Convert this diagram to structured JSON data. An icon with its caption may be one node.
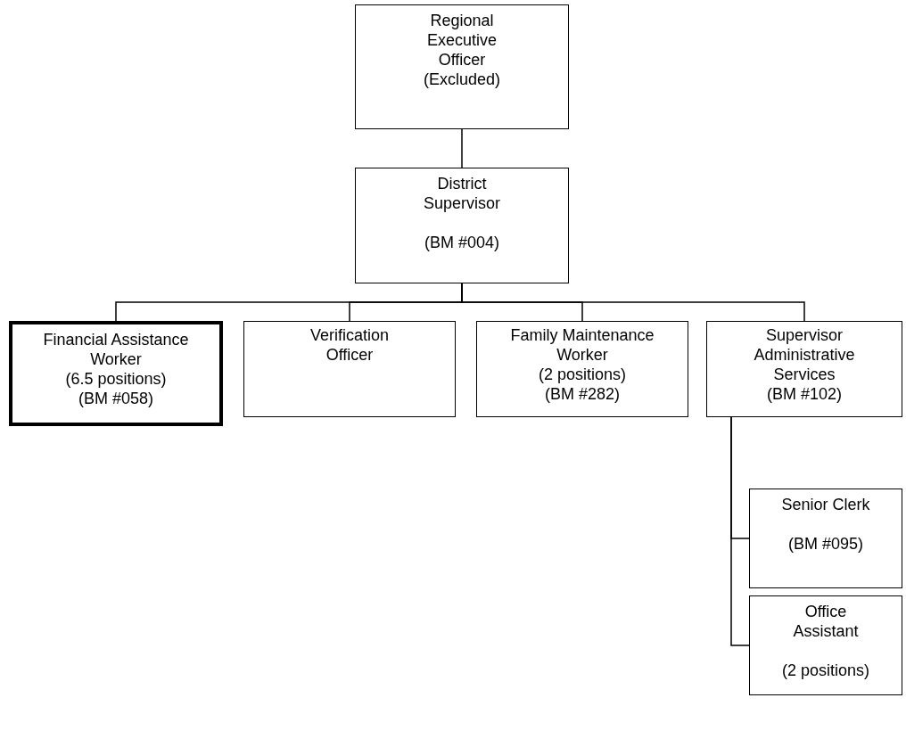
{
  "diagram": {
    "nodes": [
      {
        "text": [
          "Regional Executive Officer",
          "(Excluded)"
        ]
      },
      {
        "text": [
          "District Supervisor",
          "(BM #004)"
        ]
      },
      {
        "text": [
          "Financial Assistance Worker",
          "(6.5 positions)",
          "(BM #058)"
        ]
      },
      {
        "text": [
          "Verification Officer"
        ]
      },
      {
        "text": [
          "Family Maintenance Worker",
          "(2 positions)",
          "(BM #282)"
        ]
      },
      {
        "text": [
          "Supervisor Administrative Services",
          "(BM #102)"
        ]
      },
      {
        "text": [
          "Senior Clerk",
          "(BM #095)"
        ]
      },
      {
        "text": [
          "Office Assistant",
          "(2 positions)"
        ]
      }
    ],
    "edges": [
      {
        "from": 0,
        "to": 1,
        "arrow": "none"
      },
      {
        "from": 1,
        "to": 2,
        "arrow": "none"
      },
      {
        "from": 1,
        "to": 3,
        "arrow": "none"
      },
      {
        "from": 1,
        "to": 4,
        "arrow": "none"
      },
      {
        "from": 1,
        "to": 5,
        "arrow": "none"
      },
      {
        "from": 5,
        "to": 6,
        "arrow": "none"
      },
      {
        "from": 5,
        "to": 7,
        "arrow": "none"
      }
    ]
  }
}
